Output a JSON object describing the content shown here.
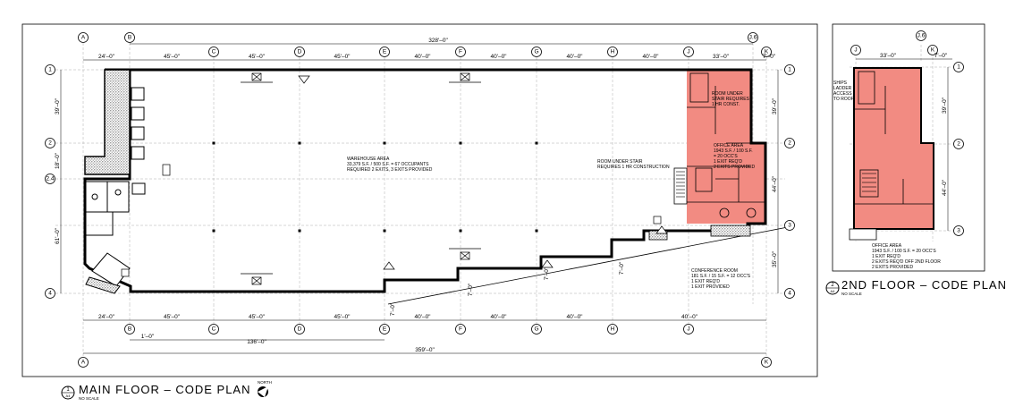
{
  "main_plan": {
    "title": "MAIN FLOOR – CODE PLAN",
    "title_number": "1",
    "title_sheet": "A4",
    "scale_note": "NO SCALE",
    "north_label": "NORTH",
    "top_grid_labels": [
      "A",
      "B",
      "C",
      "D",
      "E",
      "F",
      "G",
      "H",
      "J",
      "J.6",
      "K"
    ],
    "bottom_grid_labels": [
      "B",
      "C",
      "D",
      "E",
      "F",
      "G",
      "H",
      "J"
    ],
    "corner_grid_labels": [
      "A",
      "K"
    ],
    "side_grid_labels": [
      "1",
      "2",
      "2.4",
      "3",
      "4"
    ],
    "overall_top_dim": "328'–0\"",
    "top_dims": [
      "24'–0\"",
      "45'–0\"",
      "45'–0\"",
      "45'–0\"",
      "40'–0\"",
      "40'–0\"",
      "40'–0\"",
      "40'–0\"",
      "33'–0\"",
      "7'–0\""
    ],
    "bottom_dims": [
      "24'–0\"",
      "45'–0\"",
      "45'–0\"",
      "45'–0\"",
      "40'–0\"",
      "40'–0\"",
      "40'–0\"",
      "40'–0\""
    ],
    "small_dim": "1'–0\"",
    "mid_dim": "136'–0\"",
    "overall_bottom_dim": "359'–0\"",
    "left_dims": [
      "39'–0\"",
      "18'–0\"",
      "61'–0\""
    ],
    "right_dims": [
      "39'–0\"",
      "44'–0\"",
      "35'–0\""
    ],
    "step_dims": [
      "7'–0\"",
      "7'–0\"",
      "7'–0\"",
      "7'–0\""
    ],
    "warehouse_note": [
      "WAREHOUSE AREA",
      "33,379 S.F. / 500 S.F. = 67 OCCUPANTS",
      "REQUIRED 2 EXITS, 3 EXITS PROVIDED"
    ],
    "stair_note": [
      "ROOM UNDER STAIR",
      "REQUIRES 1 HR CONSTRUCTION"
    ],
    "room_stair_note": [
      "ROOM UNDER",
      "STAIR REQUIRES",
      "1 HR CONST."
    ],
    "office_note": [
      "OFFICE AREA",
      "1943 S.F. / 100 S.F.",
      "= 20 OCC'S",
      "1 EXIT REQ'D",
      "2 EXITS PROVIDED"
    ],
    "conference_note": [
      "CONFERENCE ROOM",
      "181 S.F. / 15 S.F. = 12 OCC'S",
      "1 EXIT REQ'D",
      "1 EXIT PROVIDED"
    ]
  },
  "upper_plan": {
    "title": "2ND FLOOR – CODE PLAN",
    "title_number": "2",
    "title_sheet": "A4",
    "scale_note": "NO SCALE",
    "grid_labels": [
      "J",
      "J.6",
      "K"
    ],
    "side_grid_labels": [
      "1",
      "2",
      "3"
    ],
    "top_dims": [
      "33'–0\"",
      "7'–0\""
    ],
    "right_dims": [
      "39'–0\"",
      "44'–0\""
    ],
    "ladder_note": [
      "SHIPS",
      "LADDER",
      "ACCESS",
      "TO ROOF"
    ],
    "office_note": [
      "OFFICE AREA",
      "1943 S.F. / 100 S.F. = 20 OCC'S",
      "1 EXIT REQ'D",
      "2 EXITS REQ'D OFF 2ND FLOOR",
      "2 EXITS PROVIDED"
    ]
  },
  "colors": {
    "office_highlight": "#f28b82",
    "line": "#000000",
    "hatch": "#555555"
  }
}
